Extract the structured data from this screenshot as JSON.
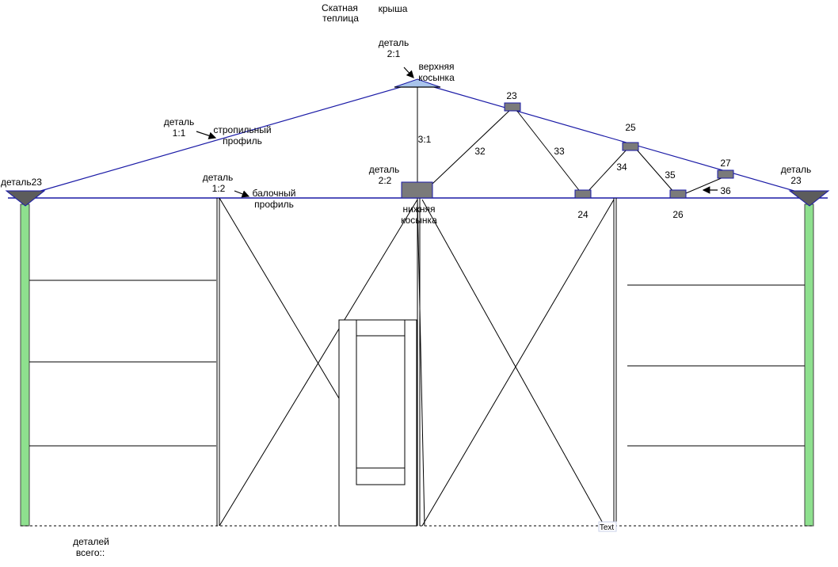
{
  "title": {
    "line1": "Скатная",
    "line2": "теплица",
    "roof": "крыша"
  },
  "labels": {
    "detail_2_1": [
      "деталь",
      "2:1"
    ],
    "top_gusset": [
      "верхняя",
      "косынка"
    ],
    "detail_1_1": [
      "деталь",
      "1:1"
    ],
    "rafter_profile": [
      "стропильный",
      "профиль"
    ],
    "detail_left_23": "деталь23",
    "detail_1_2": [
      "деталь",
      "1:2"
    ],
    "beam_profile": [
      "балочный",
      "профиль"
    ],
    "detail_2_2": [
      "деталь",
      "2:2"
    ],
    "bottom_gusset": [
      "нижняя",
      "косынка"
    ],
    "ratio_3_1": "3:1",
    "detail_right_23": [
      "деталь",
      "23"
    ],
    "total": [
      "деталей",
      "всего::"
    ],
    "text_box": "Text"
  },
  "numbers": {
    "n23": "23",
    "n24": "24",
    "n25": "25",
    "n26": "26",
    "n27": "27",
    "n32": "32",
    "n33": "33",
    "n34": "34",
    "n35": "35",
    "n36": "36"
  },
  "colors": {
    "roof_line": "#1a1aa6",
    "gusset_top_fill": "#a9c4eb",
    "post_fill": "#8ee08e",
    "block_fill": "#7a7a7a",
    "corner_fill": "#5c5c5c"
  }
}
